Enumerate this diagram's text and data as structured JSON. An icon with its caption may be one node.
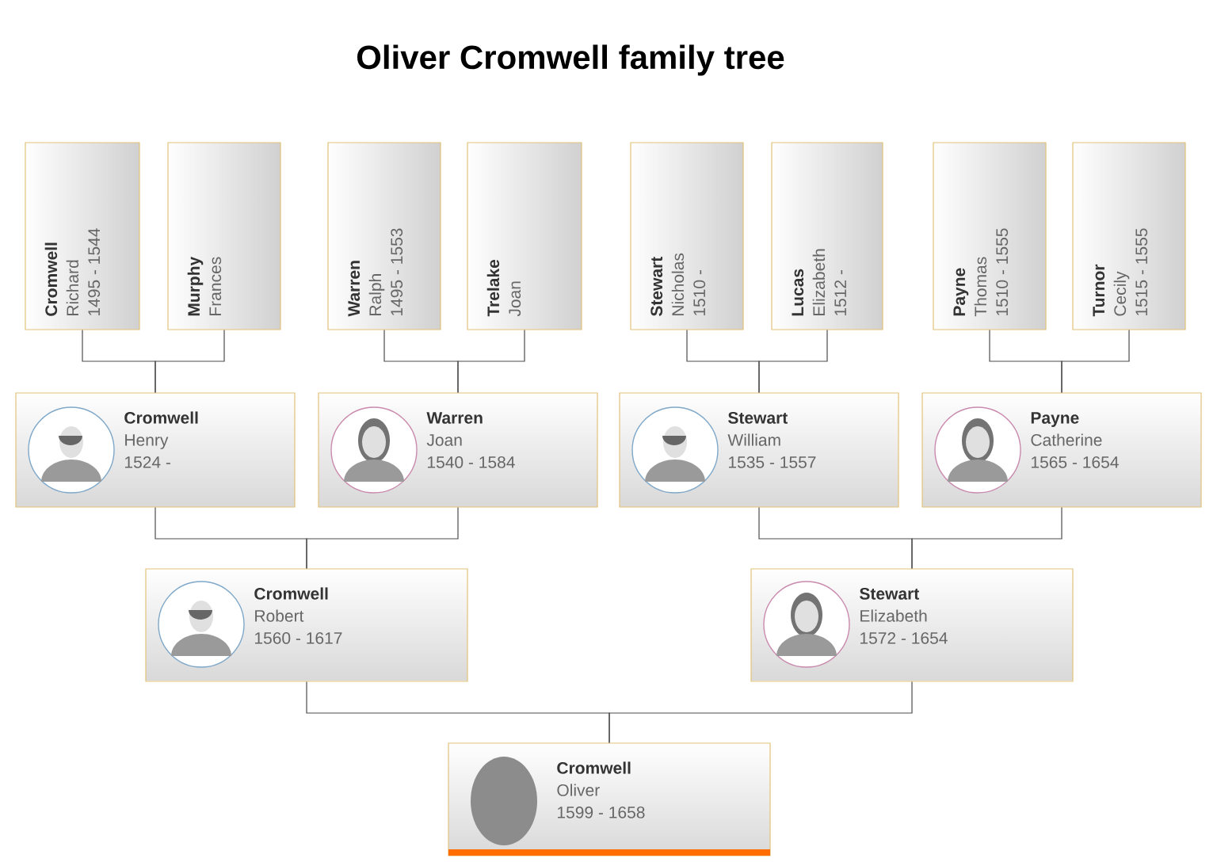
{
  "diagram": {
    "title": "Oliver Cromwell family tree",
    "nodes": [
      {
        "text": [
          "Cromwell",
          "Richard",
          "1495 - 1544"
        ]
      },
      {
        "text": [
          "Murphy",
          "Frances"
        ]
      },
      {
        "text": [
          "Warren",
          "Ralph",
          "1495 - 1553"
        ]
      },
      {
        "text": [
          "Trelake",
          "Joan"
        ]
      },
      {
        "text": [
          "Stewart",
          "Nicholas",
          "1510 -"
        ]
      },
      {
        "text": [
          "Lucas",
          "Elizabeth",
          "1512 -"
        ]
      },
      {
        "text": [
          "Payne",
          "Thomas",
          "1510 - 1555"
        ]
      },
      {
        "text": [
          "Turnor",
          "Cecily",
          "1515 - 1555"
        ]
      },
      {
        "text": [
          "Cromwell",
          "Henry",
          "1524 -"
        ]
      },
      {
        "text": [
          "Warren",
          "Joan",
          "1540 - 1584"
        ]
      },
      {
        "text": [
          "Stewart",
          "William",
          "1535 - 1557"
        ]
      },
      {
        "text": [
          "Payne",
          "Catherine",
          "1565 - 1654"
        ]
      },
      {
        "text": [
          "Cromwell",
          "Robert",
          "1560 - 1617"
        ]
      },
      {
        "text": [
          "Stewart",
          "Elizabeth",
          "1572 - 1654"
        ]
      },
      {
        "text": [
          "Cromwell",
          "Oliver",
          "1599 - 1658"
        ]
      }
    ],
    "edges": [
      {
        "from": 0,
        "to": 8,
        "arrow": "none"
      },
      {
        "from": 1,
        "to": 8,
        "arrow": "none"
      },
      {
        "from": 2,
        "to": 9,
        "arrow": "none"
      },
      {
        "from": 3,
        "to": 9,
        "arrow": "none"
      },
      {
        "from": 4,
        "to": 10,
        "arrow": "none"
      },
      {
        "from": 5,
        "to": 10,
        "arrow": "none"
      },
      {
        "from": 6,
        "to": 11,
        "arrow": "none"
      },
      {
        "from": 7,
        "to": 11,
        "arrow": "none"
      },
      {
        "from": 8,
        "to": 12,
        "arrow": "none"
      },
      {
        "from": 9,
        "to": 12,
        "arrow": "none"
      },
      {
        "from": 10,
        "to": 13,
        "arrow": "none"
      },
      {
        "from": 11,
        "to": 13,
        "arrow": "none"
      },
      {
        "from": 12,
        "to": 14,
        "arrow": "none"
      },
      {
        "from": 13,
        "to": 14,
        "arrow": "none"
      }
    ]
  }
}
